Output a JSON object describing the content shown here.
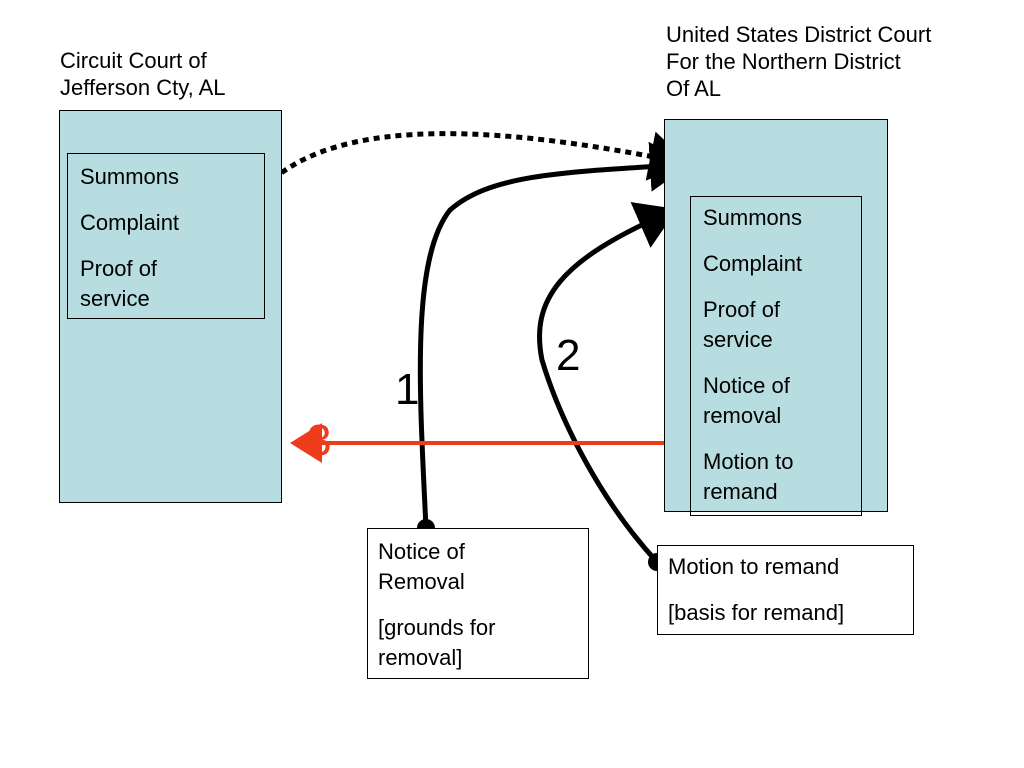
{
  "state_court": {
    "title": "Circuit Court of\nJefferson Cty, AL",
    "documents": [
      "Summons",
      "Complaint",
      "Proof of\nservice"
    ]
  },
  "federal_court": {
    "title": "United States District Court\nFor the Northern District\nOf AL",
    "documents": [
      "Summons",
      "Complaint",
      "Proof of\nservice",
      "Notice of\nremoval",
      "Motion to\nremand"
    ]
  },
  "notice_of_removal": {
    "items": [
      "Notice of\nRemoval",
      "[grounds for\nremoval]"
    ]
  },
  "motion_to_remand": {
    "items": [
      "Motion to remand",
      "[basis for remand]"
    ]
  },
  "step_labels": {
    "step1": "1",
    "step2": "2",
    "step3": "3"
  },
  "colors": {
    "court_fill": "#b7dde0",
    "remand_arrow": "#ee3b1c",
    "line": "#000000"
  }
}
